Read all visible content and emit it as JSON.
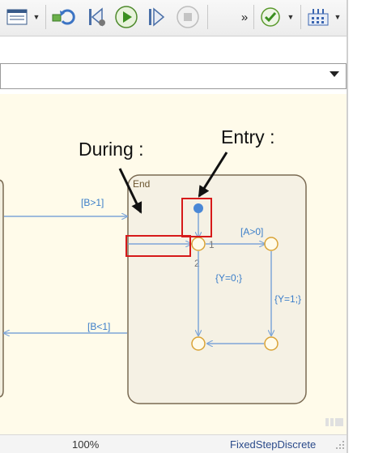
{
  "toolbar": {
    "icons": [
      "table-icon",
      "dropdown-caret",
      "refresh-icon",
      "step-back-icon",
      "run-icon",
      "step-forward-icon",
      "stop-icon",
      "more-icon",
      "check-icon",
      "dropdown-caret",
      "grid-icon",
      "dropdown-caret"
    ],
    "more_label": "»"
  },
  "diagram": {
    "state_name": "End",
    "guard_b_gt": "[B>1]",
    "guard_b_lt": "[B<1]",
    "guard_a_gt": "[A>0]",
    "action_y0": "{Y=0;}",
    "action_y1": "{Y=1;}",
    "order_1": "1",
    "order_2": "2"
  },
  "annotations": {
    "during": "During :",
    "entry": "Entry :"
  },
  "status": {
    "zoom": "100%",
    "solver": "FixedStepDiscrete"
  },
  "colors": {
    "canvas": "#fffbea",
    "transition": "#7ea6d8",
    "junction": "#d9a336",
    "highlight": "#d61a1a",
    "label_blue": "#3b7ec9",
    "label_magenta": "#e0399e"
  }
}
